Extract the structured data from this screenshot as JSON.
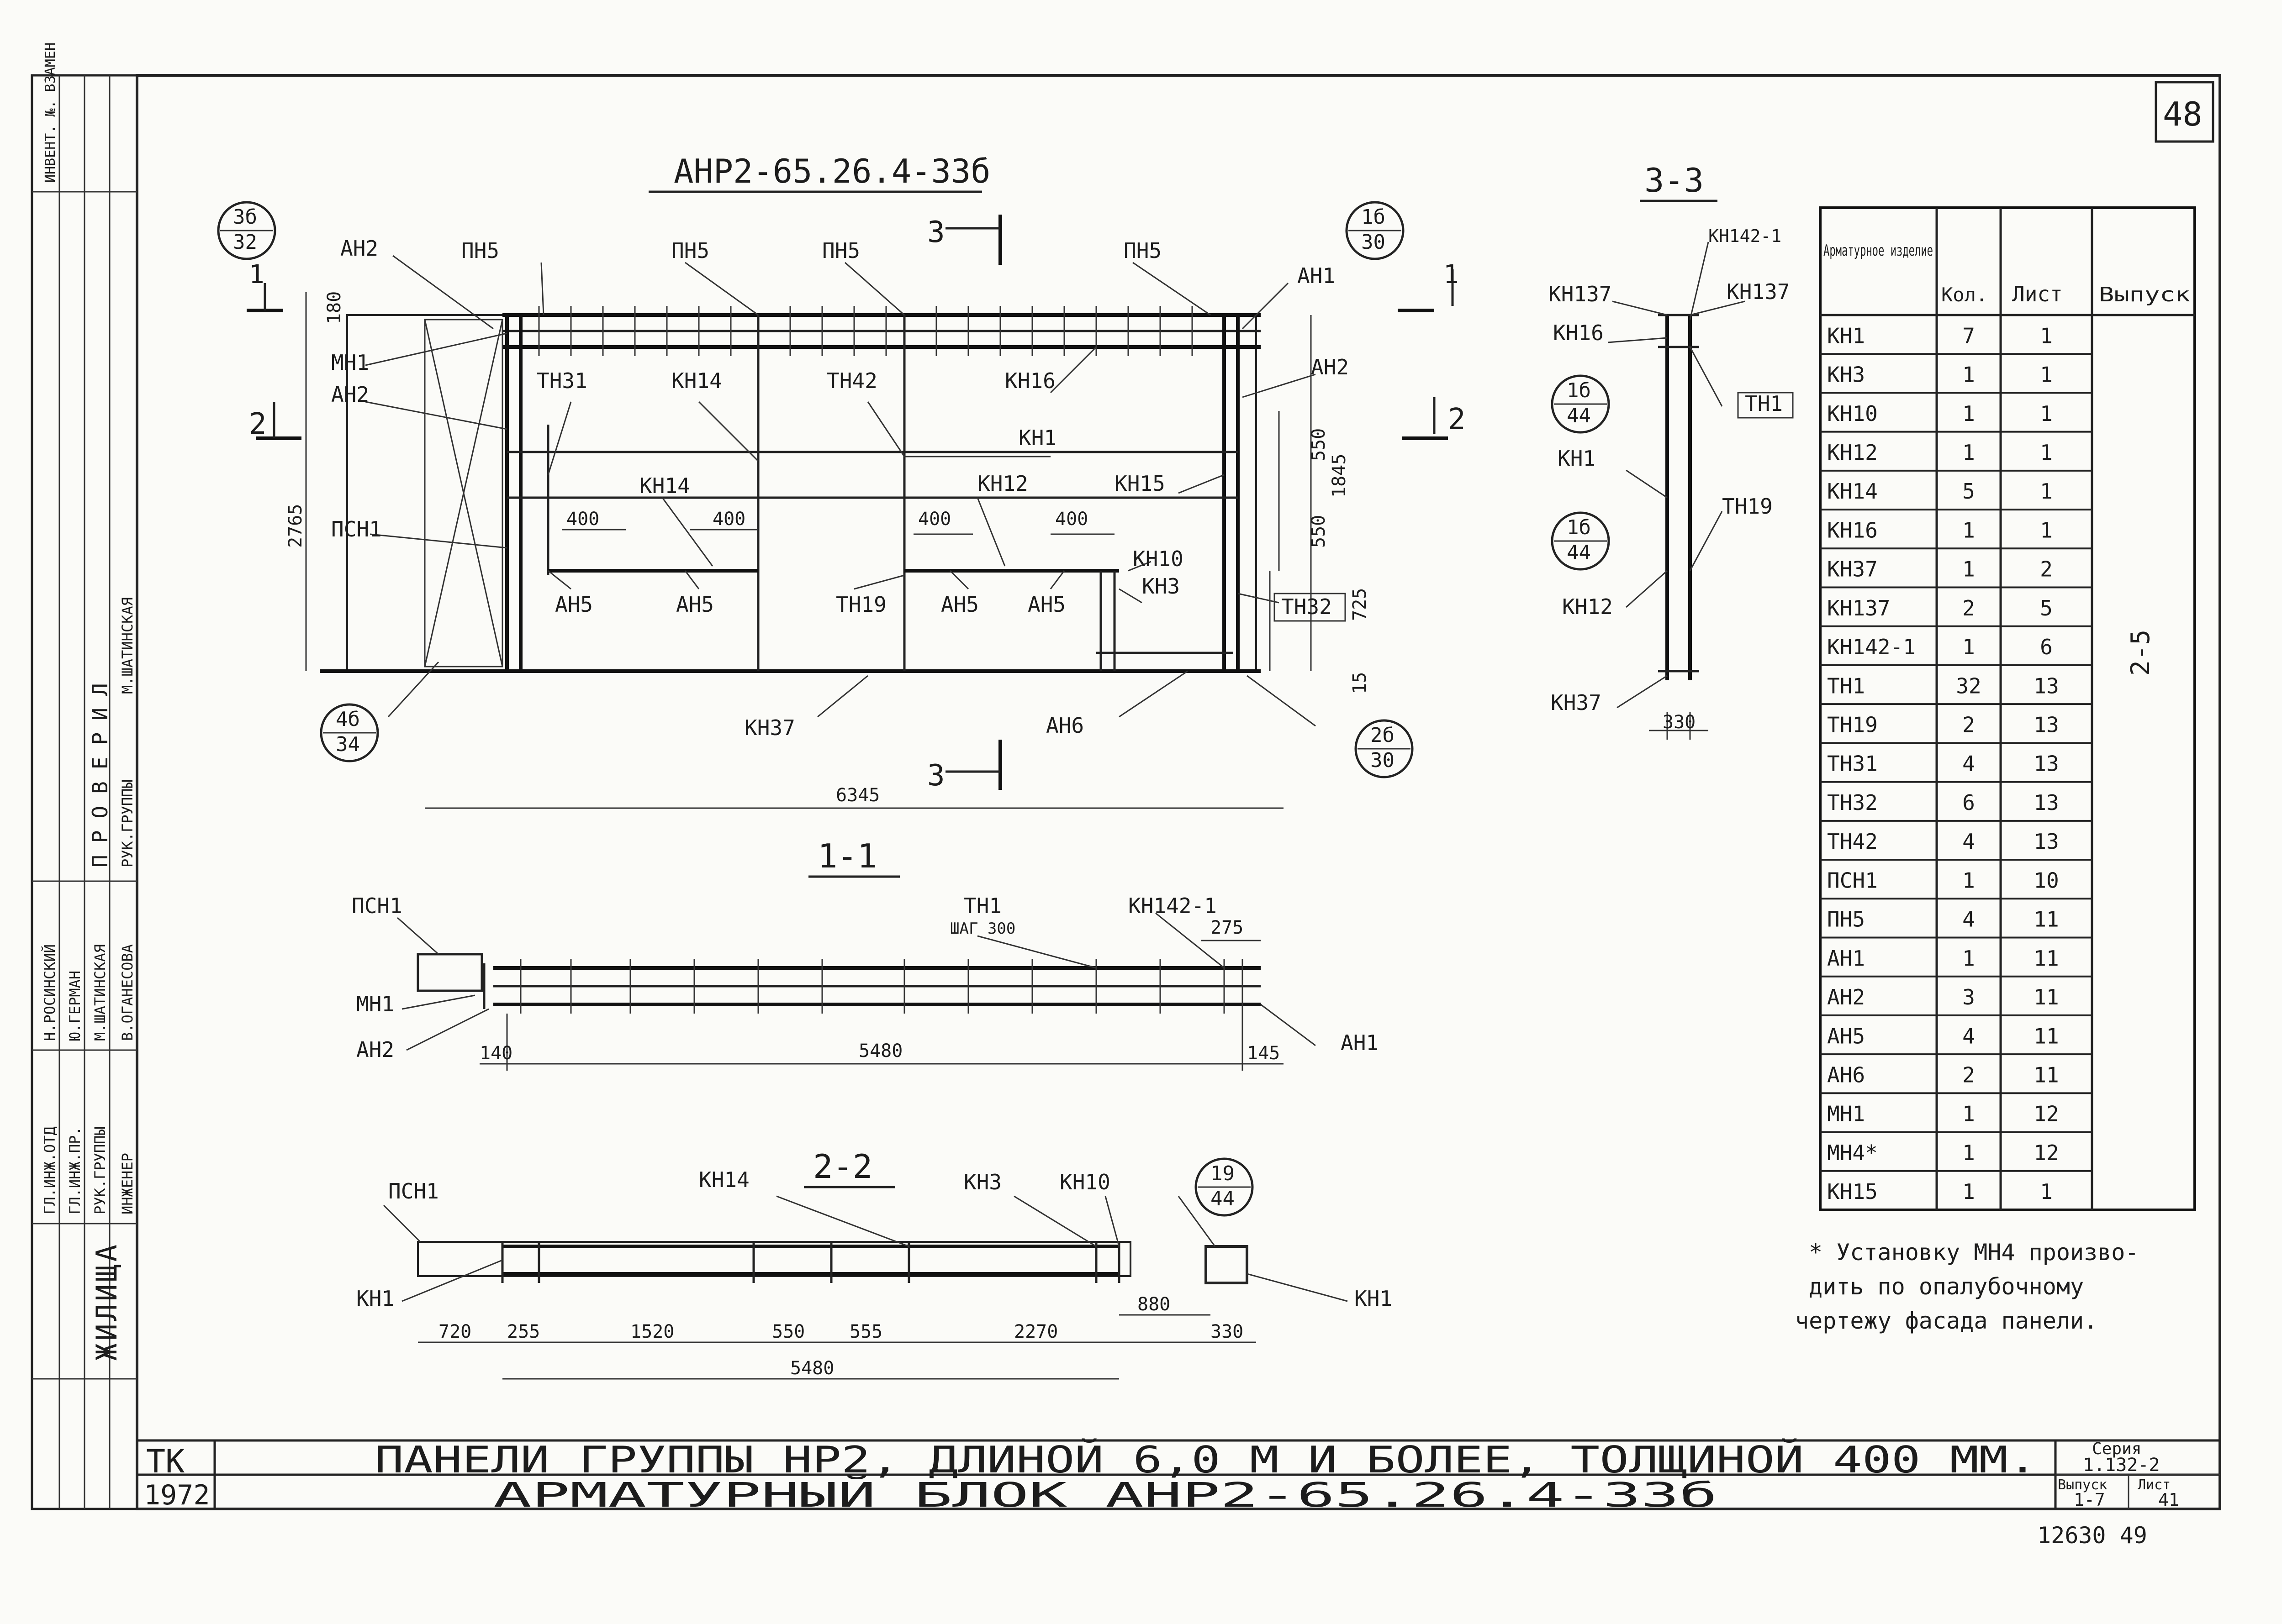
{
  "sheet": {
    "page_number": "48",
    "block_title": "АНР2-65.26.4-33б",
    "title_line1": "ПАНЕЛИ ГРУППЫ НР2, ДЛИНОЙ 6,0 М И БОЛЕЕ, ТОЛЩИНОЙ 400 ММ.",
    "title_line2": "АРМАТУРНЫЙ БЛОК АНР2-65.26.4-33б",
    "org": "ТК",
    "year": "1972",
    "series_label": "Серия",
    "series_value": "1.132-2",
    "issue_label": "Выпуск",
    "issue_value": "1-7",
    "sheet_label": "Лист",
    "sheet_value": "41",
    "archive_no": "12630 49",
    "issue_side": "2-5"
  },
  "side_stamp": {
    "zhilishcha": "ЖИЛИЩА",
    "proveril": "ПРОВЕРИЛ",
    "roles": [
      "ГЛ.ИНЖ.ОТД",
      "ГЛ.ИНЖ.ПР.",
      "РУК.ГРУППЫ",
      "ИНЖЕНЕР"
    ],
    "names": [
      "Н.РОСИНСКИЙ",
      "Ю.ГЕРМАН",
      "М.ШАТИНСКАЯ",
      "В.ОГАНЕСОВА"
    ],
    "check_role": "РУК.ГРУППЫ",
    "check_name": "М.ШАТИНСКАЯ",
    "corner": "ИНВЕНТ. №. ВЗАМЕН"
  },
  "section_labels": {
    "s11": "1-1",
    "s22": "2-2",
    "s33": "3-3"
  },
  "plan_labels": {
    "an2_a": "АН2",
    "pn5_a": "ПН5",
    "pn5_b": "ПН5",
    "pn5_c": "ПН5",
    "pn5_d": "ПН5",
    "an1": "АН1",
    "mn1": "МН1",
    "an2_b": "АН2",
    "psn1": "ПСН1",
    "tn31": "ТН31",
    "kn14_a": "КН14",
    "tn42": "ТН42",
    "kn16": "КН16",
    "an2_c": "АН2",
    "kn1": "КН1",
    "kn14_b": "КН14",
    "kn12": "КН12",
    "kn15": "КН15",
    "kn10": "КН10",
    "kn3": "КН3",
    "an5_a": "АН5",
    "an5_b": "АН5",
    "tn19": "ТН19",
    "an5_c": "АН5",
    "an5_d": "АН5",
    "tn32": "ТН32",
    "kn37": "КН37",
    "an6": "АН6",
    "cut3_top": "3",
    "cut3_bot": "3",
    "cut1_l": "1",
    "cut1_r": "1",
    "cut2_l": "2",
    "cut2_r": "2"
  },
  "plan_dims": {
    "d180": "180",
    "d2765": "2765",
    "d1845": "1845",
    "d550a": "550",
    "d550b": "550",
    "d725": "725",
    "d15": "15",
    "d6345": "6345",
    "d400a": "400",
    "d400b": "400",
    "d400c": "400",
    "d400d": "400"
  },
  "bubbles": [
    {
      "top": "3б",
      "bot": "32"
    },
    {
      "top": "1б",
      "bot": "30"
    },
    {
      "top": "4б",
      "bot": "34"
    },
    {
      "top": "2б",
      "bot": "30"
    },
    {
      "top": "1б",
      "bot": "44"
    },
    {
      "top": "1б",
      "bot": "44"
    },
    {
      "top": "19",
      "bot": "44"
    }
  ],
  "sec11": {
    "psn1": "ПСН1",
    "mn1": "МН1",
    "an2": "АН2",
    "tn1": "ТН1",
    "step": "ШАГ 300",
    "kn142": "КН142-1",
    "d275": "275",
    "an1": "АН1",
    "d140": "140",
    "d5480": "5480",
    "d145": "145"
  },
  "sec22": {
    "psn1": "ПСН1",
    "kn1_l": "КН1",
    "kn14": "КН14",
    "kn3": "КН3",
    "kn10": "КН10",
    "kn1_r": "КН1",
    "d720": "720",
    "d255": "255",
    "d1520": "1520",
    "d550": "550",
    "d555": "555",
    "d2270": "2270",
    "d880": "880",
    "d330": "330",
    "d5480": "5480"
  },
  "sec33": {
    "kn142": "КН142-1",
    "kn137_l": "КН137",
    "kn137_r": "КН137",
    "kn16": "КН16",
    "tn1": "ТН1",
    "kn1": "КН1",
    "tn19": "ТН19",
    "kn12": "КН12",
    "kn37": "КН37",
    "d330": "330"
  },
  "spec_table": {
    "headers": [
      "Арматурное изделие",
      "Кол.",
      "Лист",
      "Выпуск"
    ],
    "rows": [
      [
        "КН1",
        "7",
        "1"
      ],
      [
        "КН3",
        "1",
        "1"
      ],
      [
        "КН10",
        "1",
        "1"
      ],
      [
        "КН12",
        "1",
        "1"
      ],
      [
        "КН14",
        "5",
        "1"
      ],
      [
        "КН16",
        "1",
        "1"
      ],
      [
        "КН37",
        "1",
        "2"
      ],
      [
        "КН137",
        "2",
        "5"
      ],
      [
        "КН142-1",
        "1",
        "6"
      ],
      [
        "ТН1",
        "32",
        "13"
      ],
      [
        "ТН19",
        "2",
        "13"
      ],
      [
        "ТН31",
        "4",
        "13"
      ],
      [
        "ТН32",
        "6",
        "13"
      ],
      [
        "ТН42",
        "4",
        "13"
      ],
      [
        "ПСН1",
        "1",
        "10"
      ],
      [
        "ПН5",
        "4",
        "11"
      ],
      [
        "АН1",
        "1",
        "11"
      ],
      [
        "АН2",
        "3",
        "11"
      ],
      [
        "АН5",
        "4",
        "11"
      ],
      [
        "АН6",
        "2",
        "11"
      ],
      [
        "МН1",
        "1",
        "12"
      ],
      [
        "МН4*",
        "1",
        "12"
      ],
      [
        "КН15",
        "1",
        "1"
      ]
    ]
  },
  "footnote": {
    "line1": "* Установку МН4 произво-",
    "line2": "дить по опалубочному",
    "line3": "чертежу фасада панели."
  }
}
